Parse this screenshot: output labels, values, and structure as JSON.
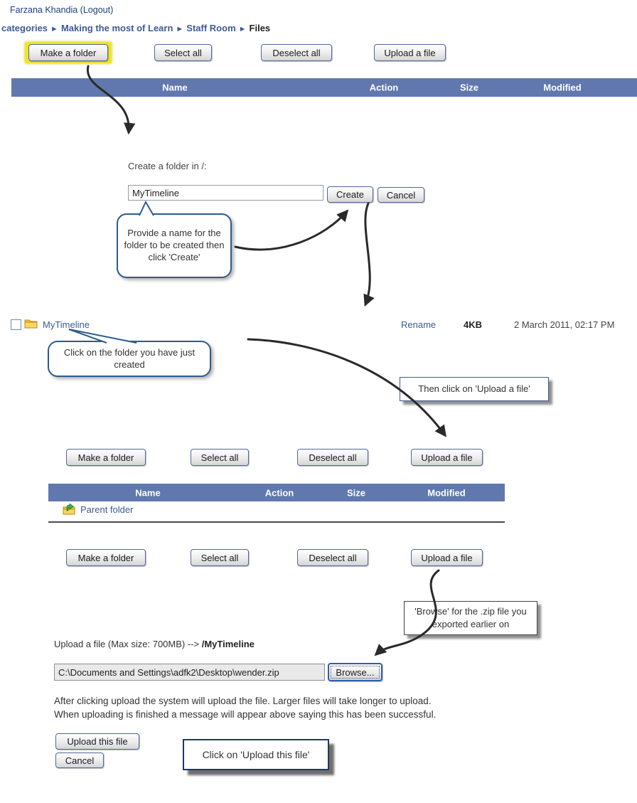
{
  "user_bar": {
    "text": "Farzana Khandia (Logout)"
  },
  "breadcrumb": {
    "separator": "►",
    "items": [
      "categories",
      "Making the most of Learn",
      "Staff Room",
      "Files"
    ]
  },
  "toolbar": {
    "make_folder": "Make a folder",
    "select_all": "Select all",
    "deselect_all": "Deselect all",
    "upload_file": "Upload a file"
  },
  "table": {
    "headers": {
      "name": "Name",
      "action": "Action",
      "size": "Size",
      "modified": "Modified"
    }
  },
  "create_folder": {
    "label": "Create a folder in /:",
    "input_value": "MyTimeline",
    "create_button": "Create",
    "cancel_button": "Cancel"
  },
  "file_row": {
    "name": "MyTimeline",
    "action": "Rename",
    "size": "4KB",
    "modified": "2 March 2011, 02:17 PM"
  },
  "parent_row": {
    "name": "Parent folder"
  },
  "upload_form": {
    "heading_prefix": "Upload a file (Max size: 700MB) --> ",
    "heading_folder": "/MyTimeline",
    "file_path": "C:\\Documents and Settings\\adfk2\\Desktop\\wender.zip",
    "browse_button": "Browse...",
    "info_line1": "After clicking upload the system will upload the file. Larger files will take longer to upload.",
    "info_line2": "When uploading is finished a message will appear above saying this has been successful.",
    "upload_button": "Upload this file",
    "cancel_button": "Cancel"
  },
  "callouts": {
    "provide_name": "Provide a name for the folder to be created then click 'Create'",
    "click_folder": "Click on the folder you have just created",
    "then_upload": "Then click on 'Upload a file'",
    "browse_zip": "'Browse' for the .zip file you exported earlier on",
    "click_upload": "Click on 'Upload this file'"
  },
  "colors": {
    "table_header_bg": "#6078ad",
    "link_blue": "#3c5a96",
    "highlight_yellow": "#f0e52a",
    "callout_border_blue": "#2d5c8e",
    "arrow_black": "#2a2a2a"
  }
}
